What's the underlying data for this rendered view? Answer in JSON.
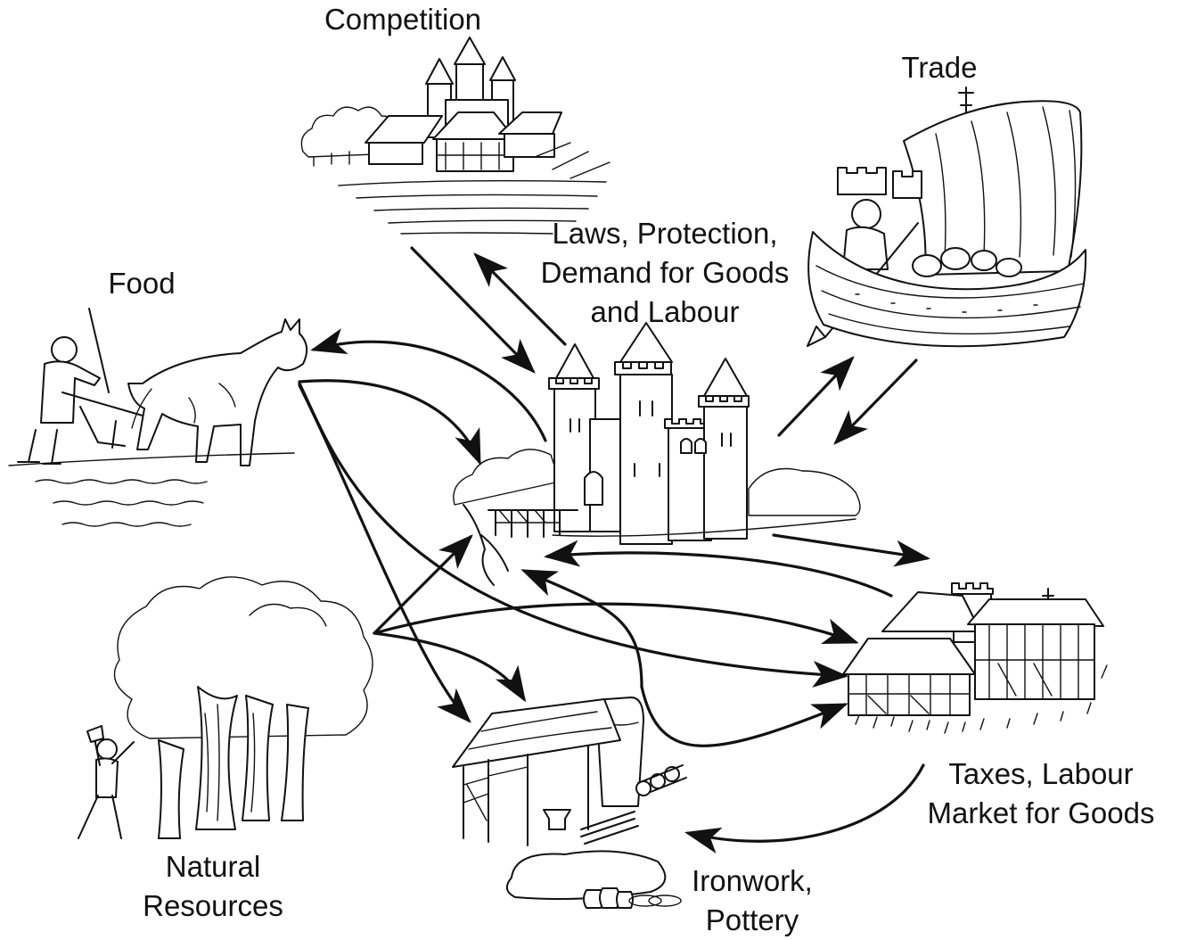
{
  "labels": {
    "competition": "Competition",
    "trade": "Trade",
    "food": "Food",
    "castle_line1": "Laws, Protection,",
    "castle_line2": "Demand for Goods",
    "castle_line3": "and Labour",
    "town_line1": "Taxes, Labour",
    "town_line2": "Market for Goods",
    "craft_line1": "Ironwork,",
    "craft_line2": "Pottery",
    "resources_line1": "Natural",
    "resources_line2": "Resources"
  },
  "illustrations": [
    "rival-castle-village",
    "merchant-ship",
    "ploughman-with-ox",
    "central-castle",
    "market-town",
    "workshop-and-kiln",
    "woodcutter-and-trees"
  ],
  "colors": {
    "ink": "#111111",
    "paper": "#ffffff"
  }
}
